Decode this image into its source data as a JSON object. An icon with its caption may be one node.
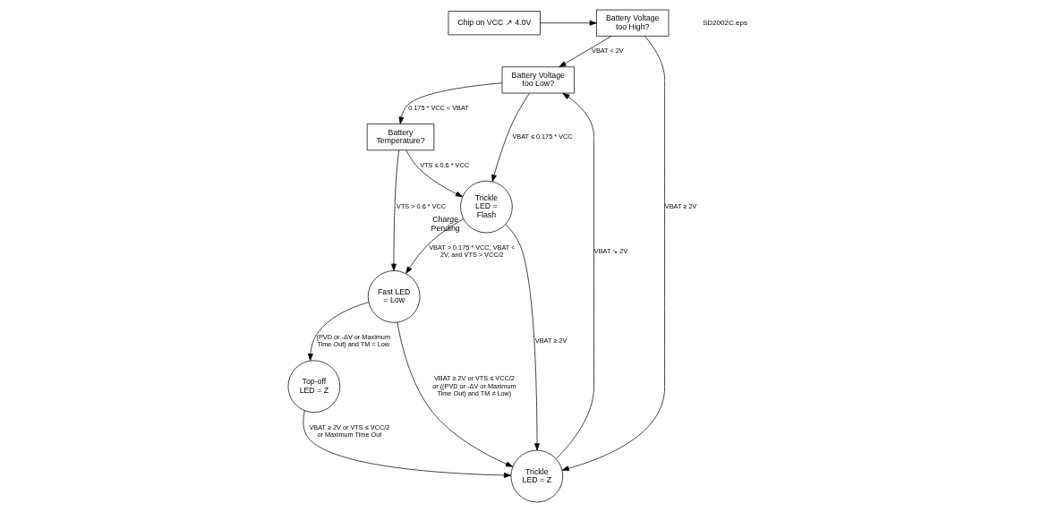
{
  "diagram": {
    "nodes": [
      {
        "text": [
          "Chip on VCC ↗ 4.0V"
        ]
      },
      {
        "text": [
          "Battery Voltage too High?"
        ]
      },
      {
        "text": [
          "Battery Voltage too Low?"
        ]
      },
      {
        "text": [
          "Battery Temperature?"
        ]
      },
      {
        "text": [
          "Fast LED = Low"
        ]
      },
      {
        "text": [
          "Trickle LED = Flash"
        ],
        "beside": [
          "Charge Pending"
        ]
      },
      {
        "text": [
          "Top-off LED = Z"
        ]
      },
      {
        "text": [
          "Trickle LED = Z"
        ]
      }
    ],
    "edges": [
      {
        "from": 0,
        "to": 1,
        "arrow": "to"
      },
      {
        "from": 1,
        "to": 7,
        "arrow": "to",
        "label": "VBAT ≥ 2V"
      },
      {
        "from": 1,
        "to": 2,
        "arrow": "to",
        "label": "VBAT < 2V"
      },
      {
        "from": 2,
        "to": 5,
        "arrow": "to",
        "label": "VBAT ≤ 0.175 * VCC"
      },
      {
        "from": 2,
        "to": 3,
        "arrow": "to",
        "label": "0.175 * VCC < VBAT"
      },
      {
        "from": 3,
        "to": 4,
        "arrow": "to",
        "label": "VTS > 0.6 * VCC"
      },
      {
        "from": 3,
        "to": 5,
        "arrow": "to",
        "label": "VTS ≤ 0.6 * VCC"
      },
      {
        "from": 5,
        "to": 4,
        "arrow": "to",
        "label": "VBAT > 0.175 * VCC, VBAT < 2V, and VTS > VCC/2"
      },
      {
        "from": 4,
        "to": 6,
        "arrow": "to",
        "label": "(PVD or -ΔV or Maximum Time Out) and TM = Low"
      },
      {
        "from": 4,
        "to": 7,
        "arrow": "to",
        "label": "VBAT ≥ 2V or VTS ≤ VCC/2 or ((PVD or -ΔV or Maximum Time Out) and TM ≠ Low)"
      },
      {
        "from": 5,
        "to": 7,
        "arrow": "to",
        "label": "VBAT ≥ 2V"
      },
      {
        "from": 6,
        "to": 7,
        "arrow": "to",
        "label": "VBAT ≥ 2V or VTS ≤ VCC/2 or Maximum Time Out"
      },
      {
        "from": 7,
        "to": 2,
        "arrow": "to",
        "label": "VBAT ↘ 2V"
      }
    ],
    "labels": [
      "SD2002C.eps"
    ]
  }
}
